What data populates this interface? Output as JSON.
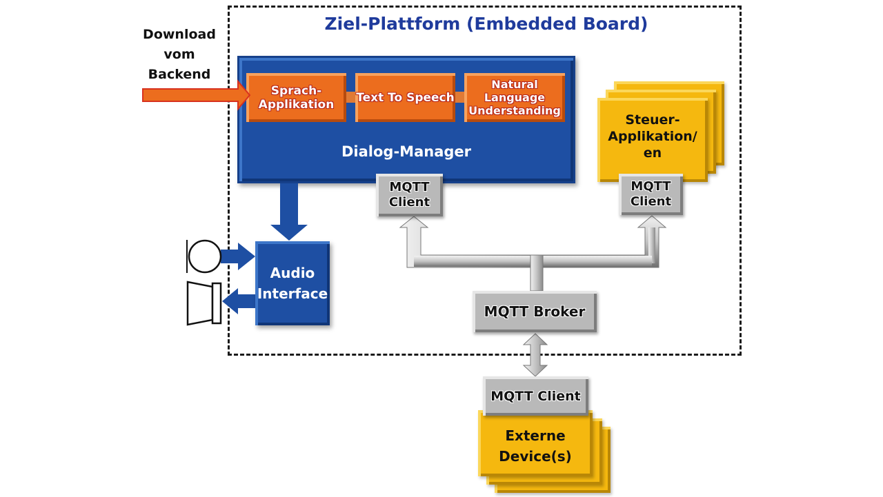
{
  "diagram": {
    "title": "Ziel-Plattform (Embedded Board)",
    "download_label": [
      "Download",
      "vom",
      "Backend"
    ],
    "dialog_manager": {
      "label": "Dialog-Manager",
      "modules": [
        {
          "label": "Sprach-\nApplikation"
        },
        {
          "label": "Text To Speech"
        },
        {
          "label": "Natural\nLanguage\nUnderstanding"
        }
      ],
      "mqtt_client": "MQTT\nClient"
    },
    "control_apps": {
      "label": "Steuer-\nApplikation/\nen",
      "mqtt_client": "MQTT\nClient"
    },
    "audio_interface": {
      "label": "Audio\nInterface"
    },
    "mqtt_broker": {
      "label": "MQTT Broker"
    },
    "external_devices": {
      "label": "Externe\nDevice(s)",
      "mqtt_client": "MQTT Client"
    },
    "icons": {
      "microphone": "microphone-icon",
      "speaker": "speaker-icon"
    },
    "colors": {
      "title_blue": "#1f3b9c",
      "dialog_blue": "#1e4fa3",
      "module_orange": "#ec6d1e",
      "app_yellow": "#f5b80f",
      "mqtt_gray": "#b9b9b9"
    }
  }
}
